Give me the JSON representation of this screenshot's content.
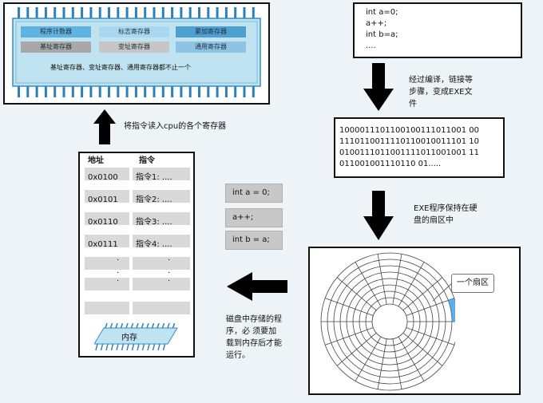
{
  "cpu": {
    "registers": [
      {
        "label": "程序计数器",
        "color": "#62b2e0"
      },
      {
        "label": "标志寄存器",
        "color": "#a9d7ef"
      },
      {
        "label": "累加寄存器",
        "color": "#4f9fd1"
      },
      {
        "label": "基址寄存器",
        "color": "#a8a8a8"
      },
      {
        "label": "变址寄存器",
        "color": "#c6c6c6"
      },
      {
        "label": "通用寄存器",
        "color": "#8fc3e4"
      }
    ],
    "note": "基址寄存器、变址寄存器、通用寄存器都不止一个"
  },
  "source_code": [
    "int a=0;",
    "a++;",
    "int b=a;",
    "...."
  ],
  "compile_text": [
    "经过编译，链接等",
    "步骤，变成EXE文",
    "件"
  ],
  "binary_lines": [
    "1000011101100100111011001 00",
    "1110110011110110010011101 10",
    "0100111011001111011001001 11",
    "011001001110110 01....."
  ],
  "exe_text": [
    "EXE程序保持在硬",
    "盘的扇区中"
  ],
  "sector_label": "一个扇区",
  "disk_text": [
    "磁盘中存储的程",
    "序，必  须要加",
    "载到内存后才能",
    "运行。"
  ],
  "load_text": "将指令读入cpu的各个寄存器",
  "memory": {
    "header_addr": "地址",
    "header_inst": "指令",
    "rows": [
      {
        "addr": "0x0100",
        "inst": "指令1: ...."
      },
      {
        "addr": "0x0101",
        "inst": "指令2: ...."
      },
      {
        "addr": "0x0110",
        "inst": "指令3: ...."
      },
      {
        "addr": "0x0111",
        "inst": "指令4: ...."
      }
    ],
    "dots": "·",
    "chip_label": "内存"
  },
  "loaded_code": [
    "int a = 0;",
    "a++;",
    "int b = a;"
  ]
}
